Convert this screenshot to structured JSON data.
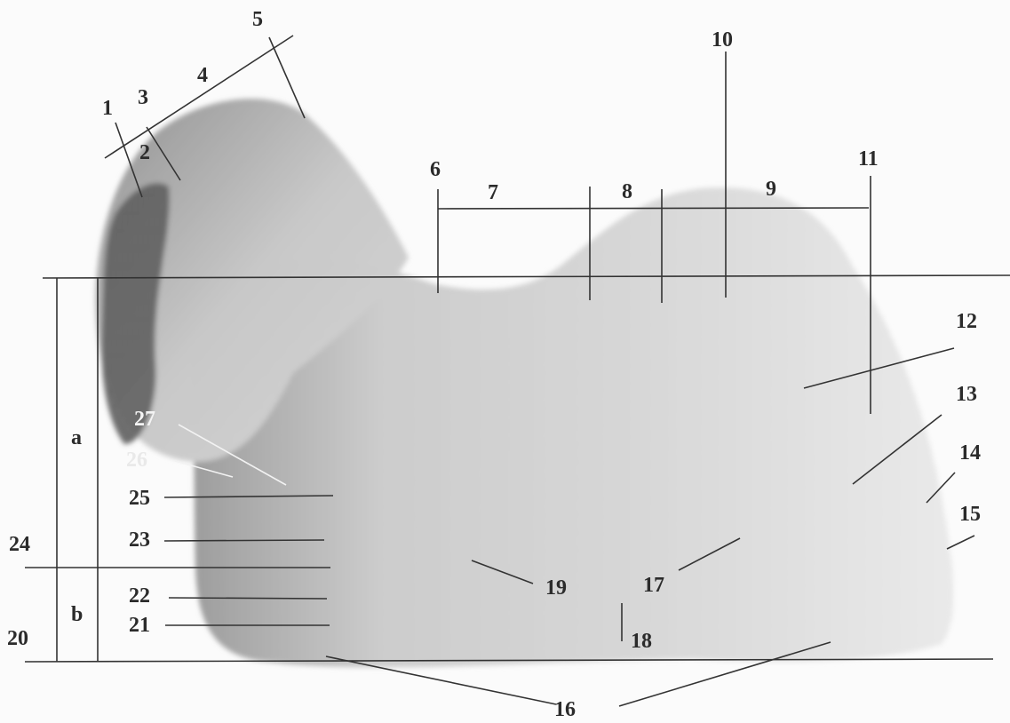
{
  "colors": {
    "line": "#333333",
    "coat_light": "#e6e6e6",
    "coat_mid": "#cfcfcf",
    "coat_dark": "#8a8a8a",
    "ear_dark": "#3f3f3f",
    "background": "#fbfbfb"
  },
  "labels": {
    "n1": "1",
    "n2": "2",
    "n3": "3",
    "n4": "4",
    "n5": "5",
    "n6": "6",
    "n7": "7",
    "n8": "8",
    "n9": "9",
    "n10": "10",
    "n11": "11",
    "n12": "12",
    "n13": "13",
    "n14": "14",
    "n15": "15",
    "n16": "16",
    "n17": "17",
    "n18": "18",
    "n19": "19",
    "n20": "20",
    "n21": "21",
    "n22": "22",
    "n23": "23",
    "n24": "24",
    "n25": "25",
    "n26": "26",
    "n27": "27",
    "a": "a",
    "b": "b"
  }
}
